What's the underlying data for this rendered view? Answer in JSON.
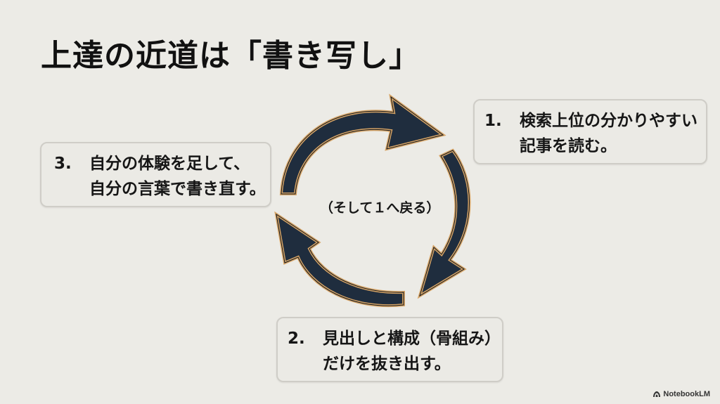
{
  "slide": {
    "title": "上達の近道は「書き写し」",
    "steps": [
      {
        "number": "1.",
        "line1": "検索上位の分かりやすい",
        "line2": "記事を読む。"
      },
      {
        "number": "2.",
        "line1": "見出しと構成（骨組み）",
        "line2": "だけを抜き出す。"
      },
      {
        "number": "3.",
        "line1": "自分の体験を足して、",
        "line2": "自分の言葉で書き直す。"
      }
    ],
    "center_note": "（そして１へ戻る）",
    "cycle_arrows": [
      {
        "from": "step-3",
        "to": "step-1",
        "icon": "curved-arrow-clockwise-icon"
      },
      {
        "from": "step-1",
        "to": "step-2",
        "icon": "curved-arrow-clockwise-icon"
      },
      {
        "from": "step-2",
        "to": "step-3",
        "icon": "curved-arrow-clockwise-icon"
      }
    ],
    "colors": {
      "background": "#ecebe6",
      "arrow_fill": "#1f2d3e",
      "arrow_outline": "#d6a466",
      "box_border": "#cfcdc7",
      "text": "#141414"
    }
  },
  "watermark": {
    "icon": "notebooklm-logo-icon",
    "label": "NotebookLM"
  }
}
